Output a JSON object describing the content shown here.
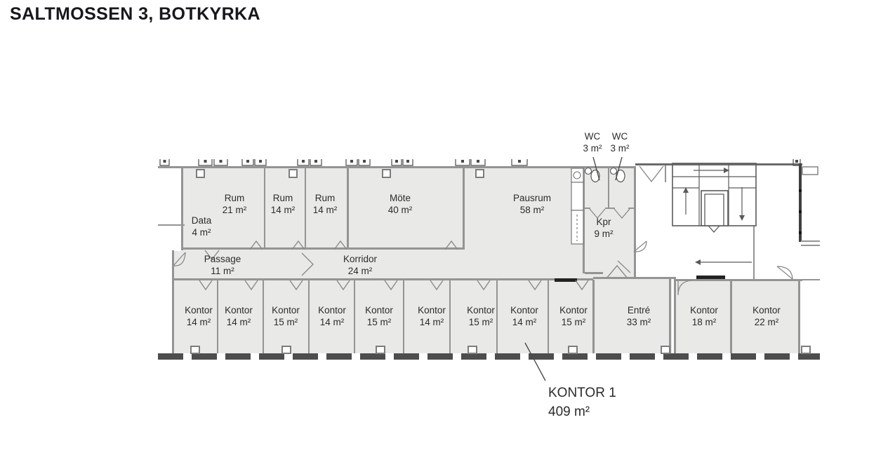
{
  "title": "SALTMOSSEN 3, BOTKYRKA",
  "rooms": [
    {
      "name": "Data",
      "area": "4 m²"
    },
    {
      "name": "Rum",
      "area": "21 m²"
    },
    {
      "name": "Rum",
      "area": "14 m²"
    },
    {
      "name": "Rum",
      "area": "14 m²"
    },
    {
      "name": "Möte",
      "area": "40 m²"
    },
    {
      "name": "Pausrum",
      "area": "58 m²"
    },
    {
      "name": "WC",
      "area": "3 m²"
    },
    {
      "name": "WC",
      "area": "3 m²"
    },
    {
      "name": "Kpr",
      "area": "9 m²"
    },
    {
      "name": "Passage",
      "area": "11 m²"
    },
    {
      "name": "Korridor",
      "area": "24 m²"
    },
    {
      "name": "Kontor",
      "area": "14 m²"
    },
    {
      "name": "Kontor",
      "area": "14 m²"
    },
    {
      "name": "Kontor",
      "area": "15 m²"
    },
    {
      "name": "Kontor",
      "area": "14 m²"
    },
    {
      "name": "Kontor",
      "area": "15 m²"
    },
    {
      "name": "Kontor",
      "area": "14 m²"
    },
    {
      "name": "Kontor",
      "area": "15 m²"
    },
    {
      "name": "Kontor",
      "area": "14 m²"
    },
    {
      "name": "Kontor",
      "area": "15 m²"
    },
    {
      "name": "Entré",
      "area": "33 m²"
    },
    {
      "name": "Kontor",
      "area": "18 m²"
    },
    {
      "name": "Kontor",
      "area": "22 m²"
    }
  ],
  "callout": {
    "label": "KONTOR 1",
    "area": "409 m²"
  },
  "colors": {
    "room_fill": "#e9e9e7",
    "wall": "#949494",
    "dark_wall": "#4d4d4d",
    "text": "#2c2c2c"
  }
}
